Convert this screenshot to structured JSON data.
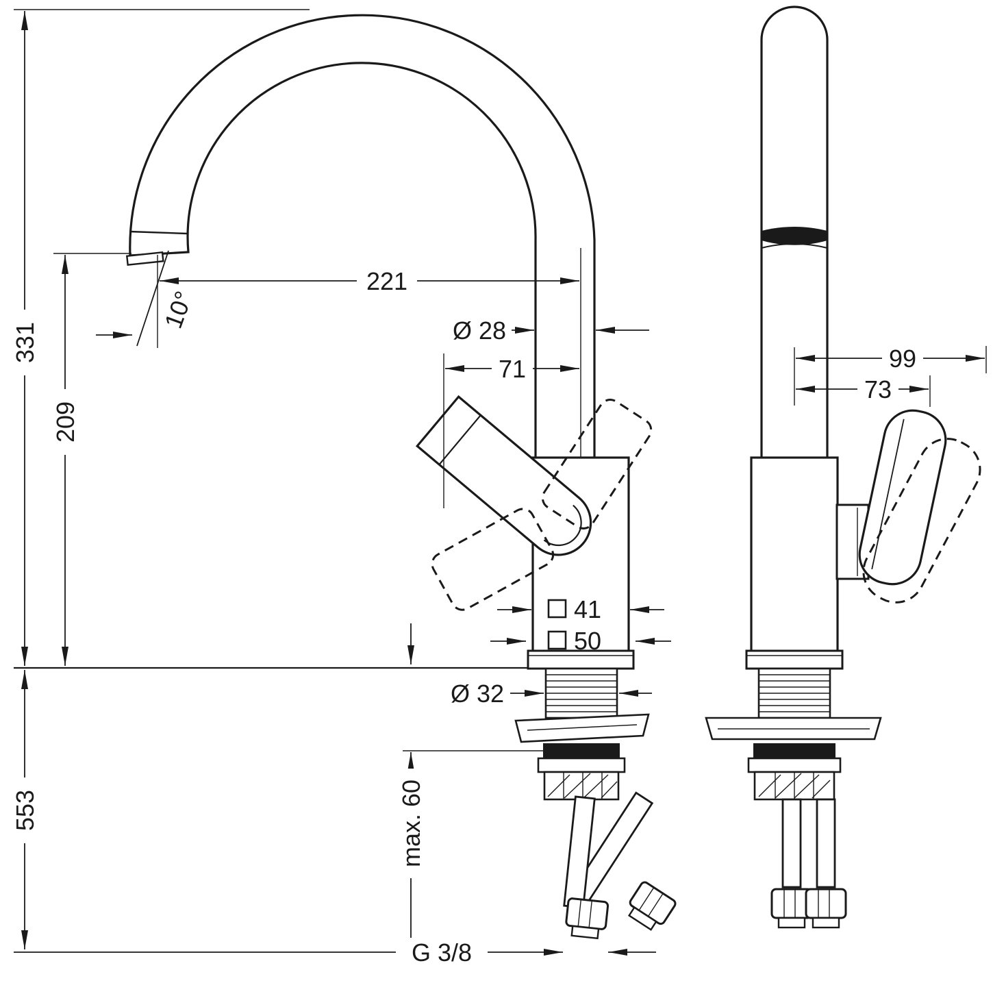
{
  "colors": {
    "line": "#1a1a1a"
  },
  "dims": {
    "total_height": "331",
    "outlet_height": "209",
    "below_counter": "553",
    "spout_reach": "221",
    "swivel_angle": "10°",
    "spout_diameter": "Ø 28",
    "handle_front_offset": "71",
    "handle_side_reach_max": "99",
    "handle_side_reach": "73",
    "body_size_top": "41",
    "body_size_base": "50",
    "hole_diameter": "Ø 32",
    "max_deck_thickness": "max. 60",
    "hose_thread": "G 3/8"
  }
}
